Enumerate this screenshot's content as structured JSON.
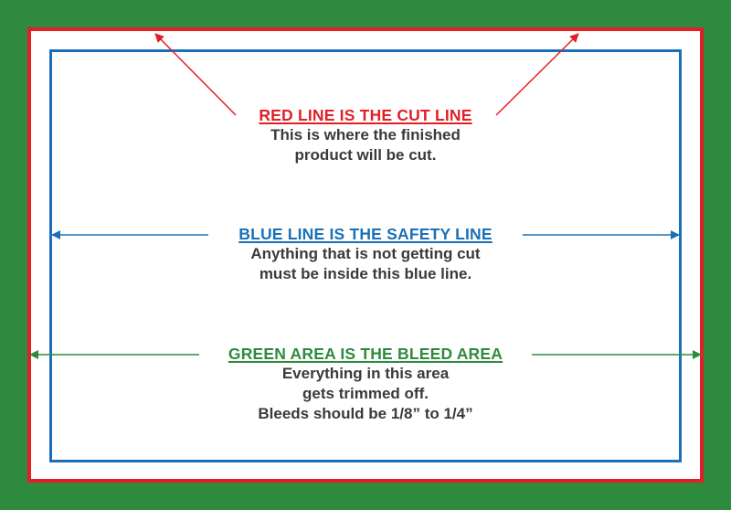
{
  "colors": {
    "bleed": "#2e8b3e",
    "cut": "#e31e26",
    "safety": "#1a70b8",
    "text": "#3a3a3a"
  },
  "red": {
    "heading": "RED LINE IS THE CUT LINE",
    "desc_lines": [
      "This is where the finished",
      "product will be cut."
    ]
  },
  "blue": {
    "heading": "BLUE LINE IS THE SAFETY LINE",
    "desc_lines": [
      "Anything that is not getting cut",
      "must be inside this blue line."
    ]
  },
  "green": {
    "heading": "GREEN AREA IS THE BLEED AREA",
    "desc_lines": [
      "Everything in this area",
      "gets trimmed off.",
      "Bleeds should be 1/8” to 1/4”"
    ]
  }
}
